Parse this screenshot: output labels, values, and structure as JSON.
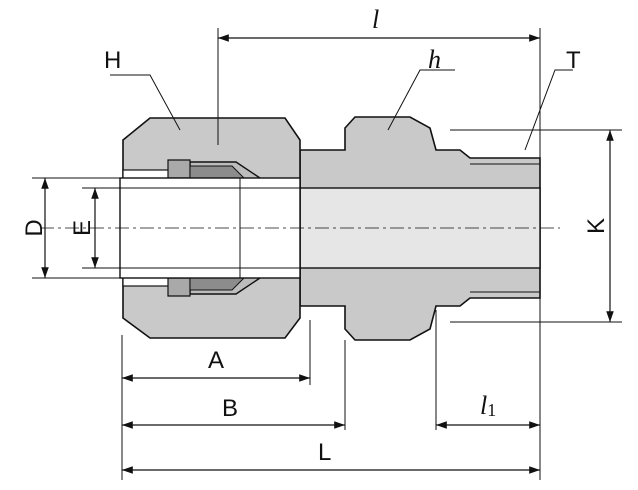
{
  "labels": {
    "H": "H",
    "h": "h",
    "T": "T",
    "l": "l",
    "D": "D",
    "E": "E",
    "K": "K",
    "A": "A",
    "B": "B",
    "L": "L",
    "l1_base": "l",
    "l1_sub": "1"
  },
  "colors": {
    "body_fill": "#c9c9c9",
    "bore_fill": "#e6e6e6",
    "outline": "#111111",
    "background": "#ffffff"
  }
}
